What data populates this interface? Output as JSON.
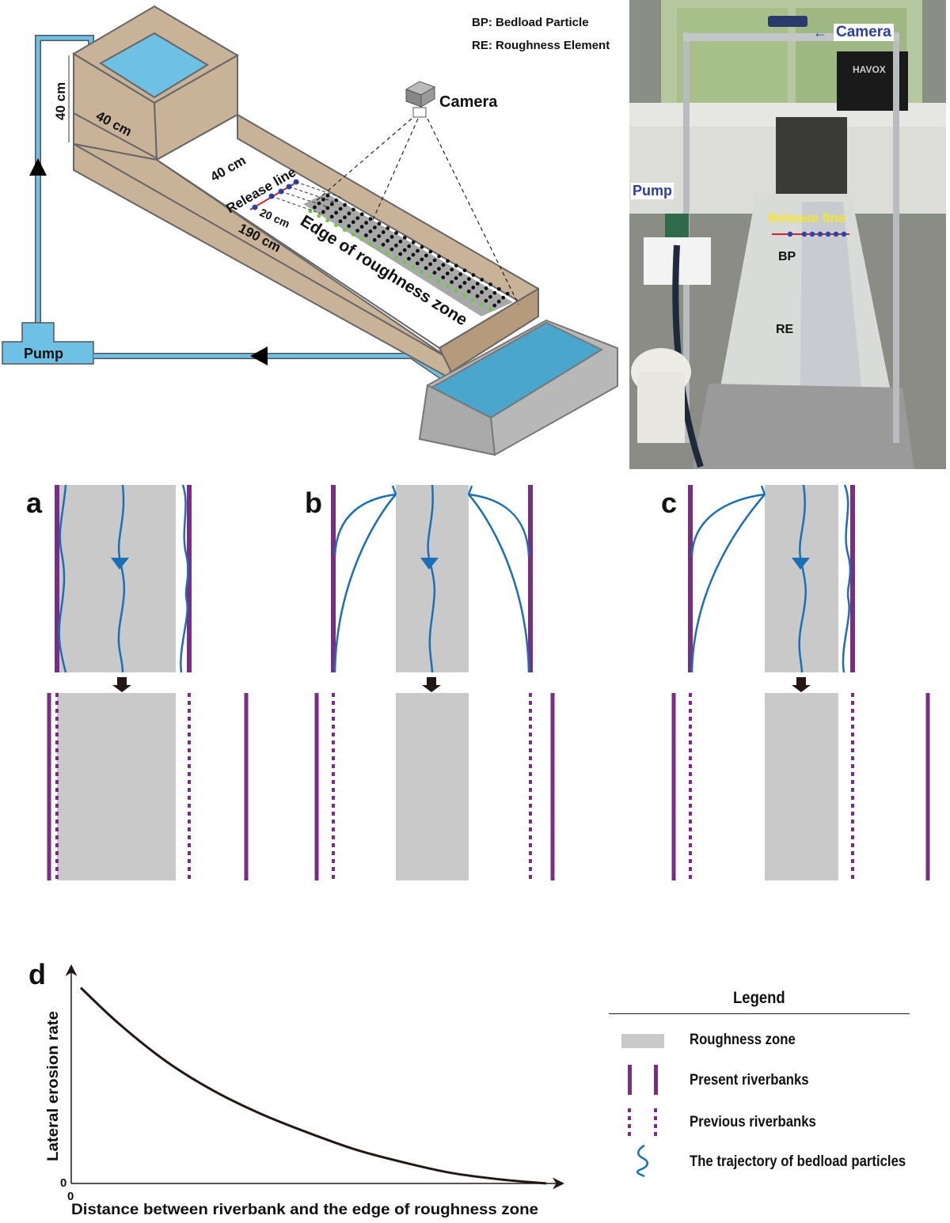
{
  "setup_diagram": {
    "abbreviations": [
      "BP: Bedload Particle",
      "RE: Roughness Element"
    ],
    "camera_label": "Camera",
    "pump_label": "Pump",
    "dims": {
      "tank_height": "40 cm",
      "tank_width": "40 cm",
      "channel_width": "40 cm",
      "release_offset": "20 cm",
      "channel_length": "190 cm"
    },
    "release_line_label": "Release line",
    "edge_label": "Edge of roughness zone",
    "colors": {
      "wood": "#c8b298",
      "water": "#6ec0e4",
      "pipe": "#6ec0e4",
      "particle": "#2545b0",
      "release_line": "#e02020",
      "edge_dots": "#6ccb3f",
      "roughness": "#a8a8a8",
      "basin": "#b8b8b8"
    }
  },
  "photo": {
    "camera_label": "Camera",
    "pump_label": "Pump",
    "release_line_label": "Release line",
    "bp_label": "BP",
    "re_label": "RE",
    "brand_text": "HAVOX",
    "colors": {
      "label_blue": "#2b3fa0",
      "label_yellow": "#f5e62a"
    }
  },
  "panels": [
    {
      "letter": "a"
    },
    {
      "letter": "b"
    },
    {
      "letter": "c"
    }
  ],
  "panel_d_letter": "d",
  "colors": {
    "riverbank": "#7b2d85",
    "trajectory": "#1b6fb5",
    "roughness_zone": "#c9c9c9",
    "arrow": "#231815"
  },
  "legend": {
    "title": "Legend",
    "items": [
      {
        "symbol": "roughness-zone",
        "label": "Roughness zone"
      },
      {
        "symbol": "present-riverbanks",
        "label": "Present riverbanks"
      },
      {
        "symbol": "previous-riverbanks",
        "label": "Previous riverbanks"
      },
      {
        "symbol": "trajectory",
        "label": "The trajectory of bedload particles"
      }
    ]
  },
  "chart_data": {
    "type": "line",
    "title": "",
    "xlabel": "Distance between riverbank and the edge of roughness zone",
    "ylabel": "Lateral erosion rate",
    "x_tick_labels": [
      "0"
    ],
    "y_tick_labels": [
      "0"
    ],
    "xlim": [
      0,
      1
    ],
    "ylim": [
      0,
      1
    ],
    "grid": false,
    "series": [
      {
        "name": "Lateral erosion rate",
        "description": "monotonically decaying curve (qualitative, normalized units)",
        "x": [
          0.02,
          0.1,
          0.2,
          0.3,
          0.4,
          0.5,
          0.6,
          0.7,
          0.8,
          0.9,
          1.0
        ],
        "y": [
          0.93,
          0.76,
          0.58,
          0.44,
          0.33,
          0.24,
          0.16,
          0.1,
          0.05,
          0.02,
          0.0
        ]
      }
    ]
  }
}
